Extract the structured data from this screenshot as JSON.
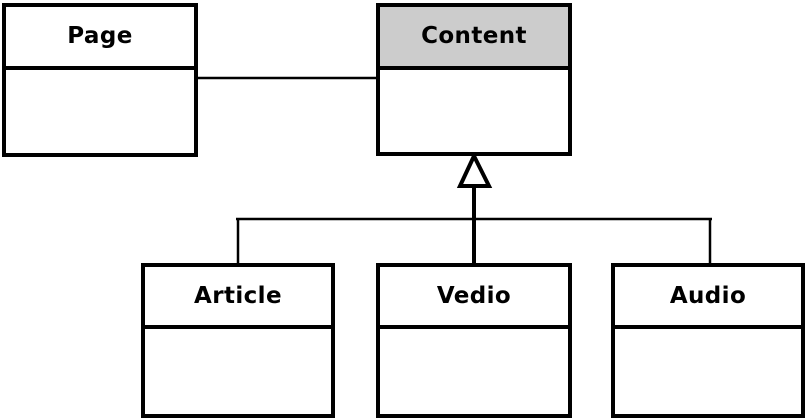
{
  "diagram": {
    "type": "uml-class-diagram",
    "background_color": "#ffffff",
    "line_color": "#000000",
    "highlight_color": "#cccccc",
    "classes": [
      {
        "id": "page",
        "name": "Page",
        "highlighted": false,
        "attributes": [],
        "operations": []
      },
      {
        "id": "content",
        "name": "Content",
        "highlighted": true,
        "attributes": [],
        "operations": []
      },
      {
        "id": "article",
        "name": "Article",
        "highlighted": false,
        "attributes": [],
        "operations": []
      },
      {
        "id": "vedio",
        "name": "Vedio",
        "highlighted": false,
        "attributes": [],
        "operations": []
      },
      {
        "id": "audio",
        "name": "Audio",
        "highlighted": false,
        "attributes": [],
        "operations": []
      }
    ],
    "relationships": [
      {
        "id": "page-content",
        "kind": "association",
        "from": "Page",
        "to": "Content"
      },
      {
        "id": "article-content",
        "kind": "generalization",
        "from": "Article",
        "to": "Content"
      },
      {
        "id": "vedio-content",
        "kind": "generalization",
        "from": "Vedio",
        "to": "Content"
      },
      {
        "id": "audio-content",
        "kind": "generalization",
        "from": "Audio",
        "to": "Content"
      }
    ]
  }
}
